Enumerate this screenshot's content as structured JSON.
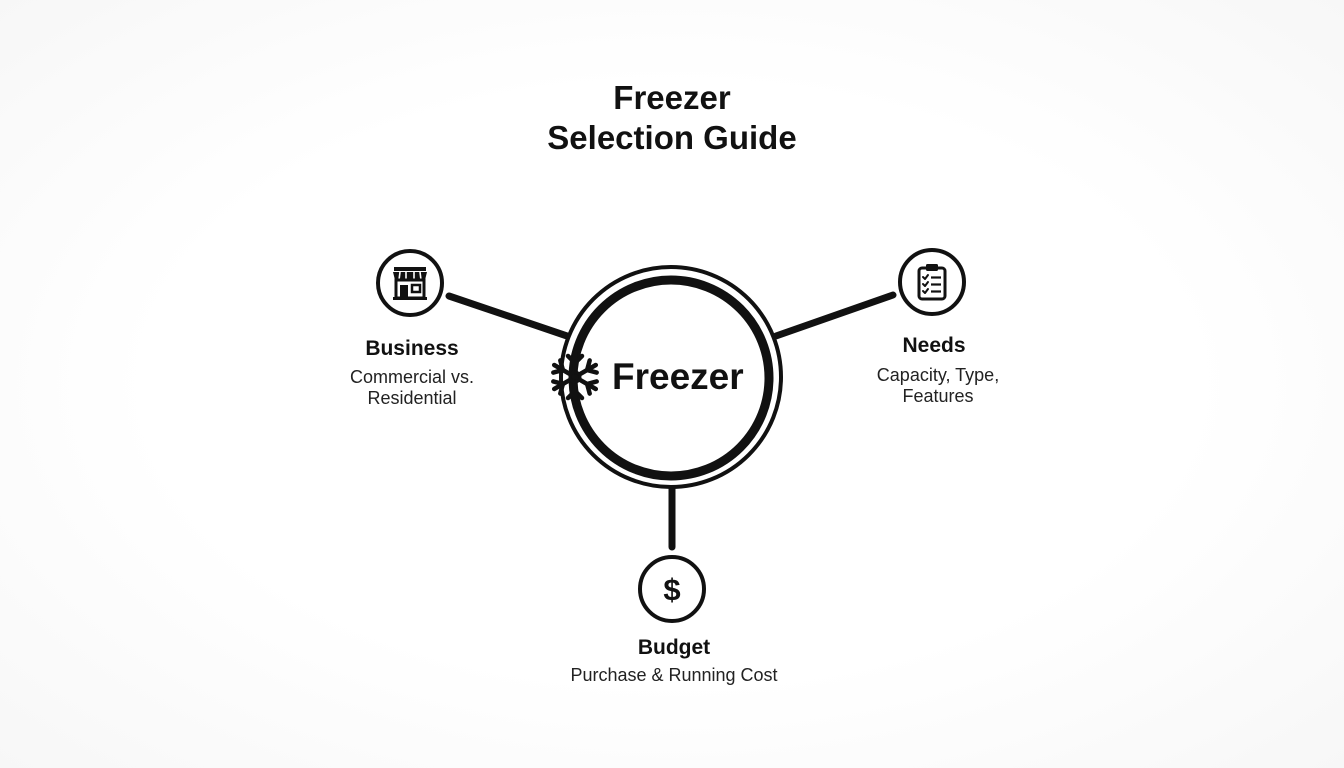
{
  "title": {
    "line1": "Freezer",
    "line2": "Selection Guide"
  },
  "hub": {
    "label": "Freezer",
    "icon": "snowflake-icon"
  },
  "nodes": {
    "business": {
      "title": "Business",
      "desc_line1": "Commercial vs.",
      "desc_line2": "Residential",
      "icon": "storefront-icon"
    },
    "needs": {
      "title": "Needs",
      "desc_line1": "Capacity, Type,",
      "desc_line2": "Features",
      "icon": "clipboard-checklist-icon"
    },
    "budget": {
      "title": "Budget",
      "desc_line1": "Purchase & Running Cost",
      "icon": "dollar-icon"
    }
  },
  "colors": {
    "ink": "#111111",
    "background": "#ffffff"
  }
}
